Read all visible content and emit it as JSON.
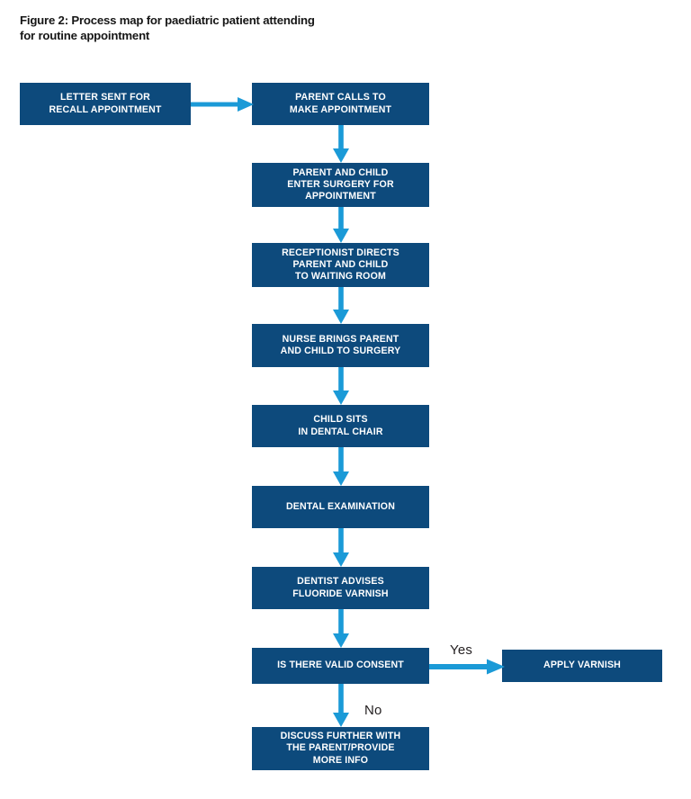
{
  "figure": {
    "title": "Figure 2: Process map for paediatric patient attending\nfor routine appointment"
  },
  "palette": {
    "node_fill": "#0d4a7c",
    "node_text": "#ffffff",
    "arrow": "#1b9ad7",
    "label_text": "#231f20",
    "background": "#ffffff"
  },
  "chart_data": {
    "type": "diagram",
    "title": "Figure 2: Process map for paediatric patient attending for routine appointment",
    "nodes": [
      {
        "id": "letter-sent",
        "label": "LETTER SENT FOR\nRECALL APPOINTMENT"
      },
      {
        "id": "parent-calls",
        "label": "PARENT CALLS TO\nMAKE APPOINTMENT"
      },
      {
        "id": "enter-surgery",
        "label": "PARENT AND CHILD\nENTER SURGERY FOR\nAPPOINTMENT"
      },
      {
        "id": "receptionist",
        "label": "RECEPTIONIST DIRECTS\nPARENT AND CHILD\nTO WAITING ROOM"
      },
      {
        "id": "nurse-brings",
        "label": "NURSE BRINGS PARENT\nAND CHILD TO SURGERY"
      },
      {
        "id": "child-sits",
        "label": "CHILD SITS\nIN DENTAL CHAIR"
      },
      {
        "id": "dental-exam",
        "label": "DENTAL EXAMINATION"
      },
      {
        "id": "dentist-advises",
        "label": "DENTIST ADVISES\nFLUORIDE VARNISH"
      },
      {
        "id": "valid-consent",
        "label": "IS THERE VALID CONSENT"
      },
      {
        "id": "apply-varnish",
        "label": "APPLY VARNISH"
      },
      {
        "id": "discuss-further",
        "label": "DISCUSS FURTHER WITH\nTHE PARENT/PROVIDE\nMORE INFO"
      }
    ],
    "edges": [
      {
        "from": "letter-sent",
        "to": "parent-calls",
        "label": "",
        "direction": "right"
      },
      {
        "from": "parent-calls",
        "to": "enter-surgery",
        "label": "",
        "direction": "down"
      },
      {
        "from": "enter-surgery",
        "to": "receptionist",
        "label": "",
        "direction": "down"
      },
      {
        "from": "receptionist",
        "to": "nurse-brings",
        "label": "",
        "direction": "down"
      },
      {
        "from": "nurse-brings",
        "to": "child-sits",
        "label": "",
        "direction": "down"
      },
      {
        "from": "child-sits",
        "to": "dental-exam",
        "label": "",
        "direction": "down"
      },
      {
        "from": "dental-exam",
        "to": "dentist-advises",
        "label": "",
        "direction": "down"
      },
      {
        "from": "dentist-advises",
        "to": "valid-consent",
        "label": "",
        "direction": "down"
      },
      {
        "from": "valid-consent",
        "to": "apply-varnish",
        "label": "Yes",
        "direction": "right"
      },
      {
        "from": "valid-consent",
        "to": "discuss-further",
        "label": "No",
        "direction": "down"
      }
    ],
    "branch_labels": {
      "yes": "Yes",
      "no": "No"
    }
  }
}
